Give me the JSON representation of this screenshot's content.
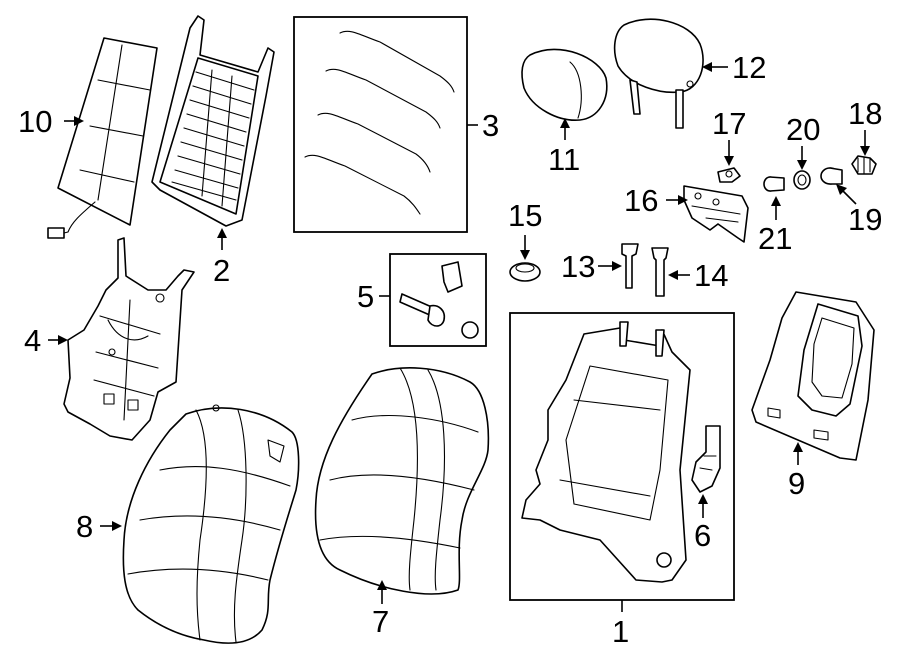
{
  "callouts": [
    {
      "id": "1",
      "label": "1"
    },
    {
      "id": "2",
      "label": "2"
    },
    {
      "id": "3",
      "label": "3"
    },
    {
      "id": "4",
      "label": "4"
    },
    {
      "id": "5",
      "label": "5"
    },
    {
      "id": "6",
      "label": "6"
    },
    {
      "id": "7",
      "label": "7"
    },
    {
      "id": "8",
      "label": "8"
    },
    {
      "id": "9",
      "label": "9"
    },
    {
      "id": "10",
      "label": "10"
    },
    {
      "id": "11",
      "label": "11"
    },
    {
      "id": "12",
      "label": "12"
    },
    {
      "id": "13",
      "label": "13"
    },
    {
      "id": "14",
      "label": "14"
    },
    {
      "id": "15",
      "label": "15"
    },
    {
      "id": "16",
      "label": "16"
    },
    {
      "id": "17",
      "label": "17"
    },
    {
      "id": "18",
      "label": "18"
    },
    {
      "id": "19",
      "label": "19"
    },
    {
      "id": "20",
      "label": "20"
    },
    {
      "id": "21",
      "label": "21"
    }
  ],
  "colors": {
    "line": "#000000",
    "background": "#ffffff"
  }
}
